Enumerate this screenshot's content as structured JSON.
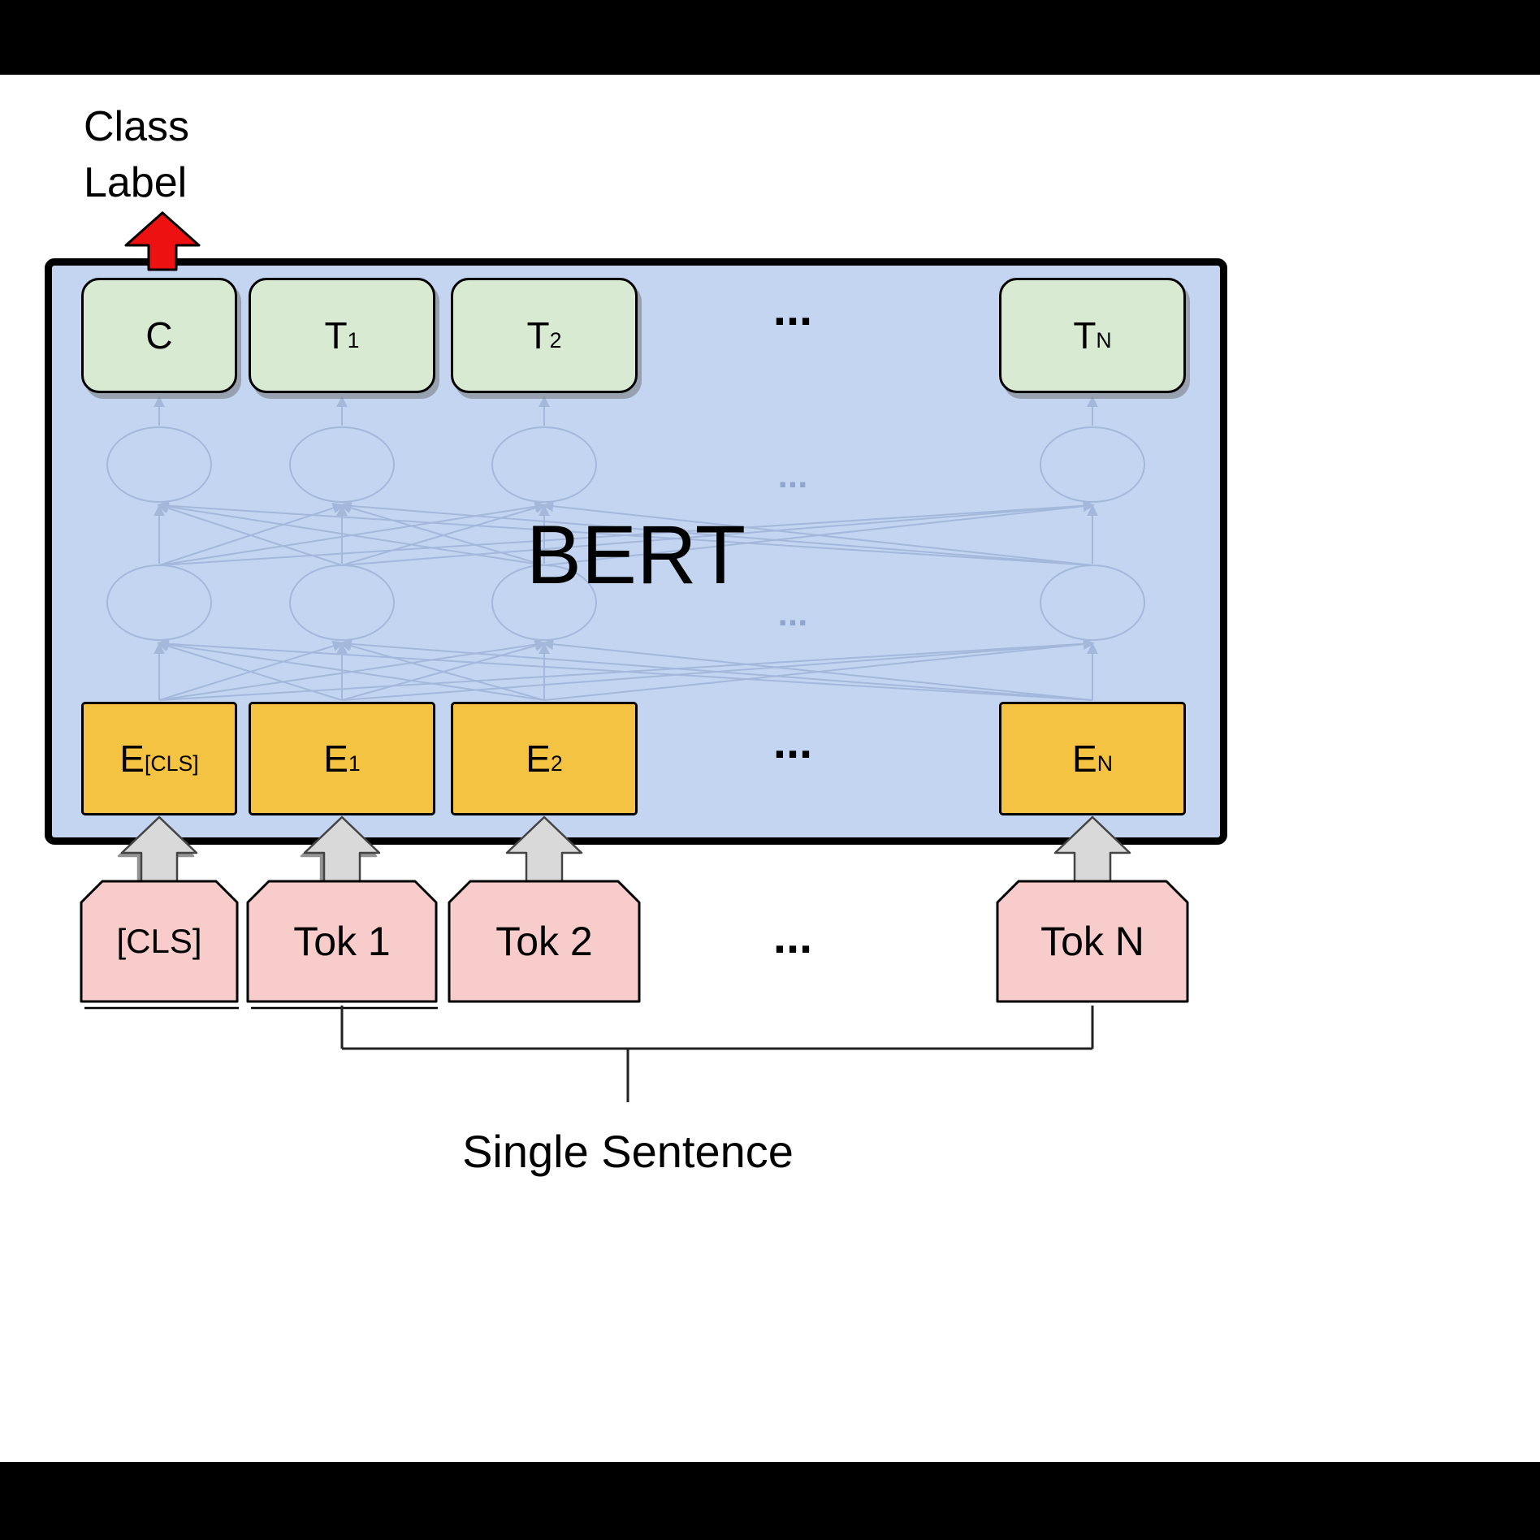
{
  "header": {
    "class_label_line1": "Class",
    "class_label_line2": "Label"
  },
  "bert": {
    "label": "BERT",
    "outputs": [
      {
        "main": "C",
        "sub": ""
      },
      {
        "main": "T",
        "sub": "1"
      },
      {
        "main": "T",
        "sub": "2"
      },
      {
        "main": "T",
        "sub": "N"
      }
    ],
    "outputs_ellipsis": "...",
    "hidden_ellipsis_upper": "...",
    "hidden_ellipsis_lower": "...",
    "embeddings": [
      {
        "main": "E",
        "sub": "[CLS]"
      },
      {
        "main": "E",
        "sub": "1"
      },
      {
        "main": "E",
        "sub": "2"
      },
      {
        "main": "E",
        "sub": "N"
      }
    ],
    "embeddings_ellipsis": "..."
  },
  "tokens": {
    "labels": [
      "[CLS]",
      "Tok 1",
      "Tok 2",
      "Tok N"
    ],
    "ellipsis": "..."
  },
  "caption": "Single Sentence",
  "colors": {
    "bert_fill": "#c3d5f1",
    "output_box_fill": "#d9ead3",
    "embedding_box_fill": "#f5c342",
    "token_box_fill": "#f7cccb",
    "class_arrow_red": "#ee1111",
    "input_arrow_gray": "#d9d9d9",
    "faint_network": "#8ea6cd"
  }
}
